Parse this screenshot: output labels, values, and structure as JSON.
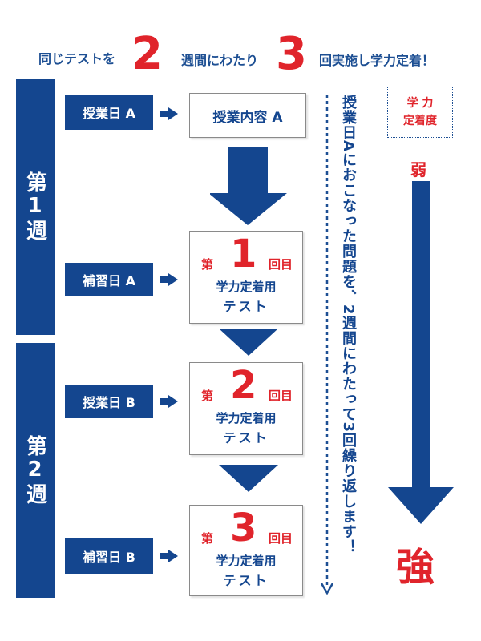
{
  "headline": {
    "part1": "同じテストを",
    "num1": "2",
    "part2": "週間にわたり",
    "num2": "3",
    "part3": "回実施し学力定着！"
  },
  "weeks": [
    {
      "label": "第1週"
    },
    {
      "label": "第2週"
    }
  ],
  "days": [
    {
      "label": "授業日 A"
    },
    {
      "label": "補習日 A"
    },
    {
      "label": "授業日 B"
    },
    {
      "label": "補習日 B"
    }
  ],
  "lesson": {
    "label": "授業内容 A"
  },
  "tests": [
    {
      "prefix": "第",
      "number": "1",
      "suffix": "回目",
      "title": "学力定着用",
      "subtitle": "テスト"
    },
    {
      "prefix": "第",
      "number": "2",
      "suffix": "回目",
      "title": "学力定着用",
      "subtitle": "テスト"
    },
    {
      "prefix": "第",
      "number": "3",
      "suffix": "回目",
      "title": "学力定着用",
      "subtitle": "テスト"
    }
  ],
  "side_message": "授業日Aにおこなった問題を、2週間にわたって3回繰り返します！",
  "strength": {
    "label_line1": "学 力",
    "label_line2": "定着度",
    "weak": "弱",
    "strong": "強"
  },
  "colors": {
    "navy": "#14468f",
    "red": "#e0242b"
  }
}
